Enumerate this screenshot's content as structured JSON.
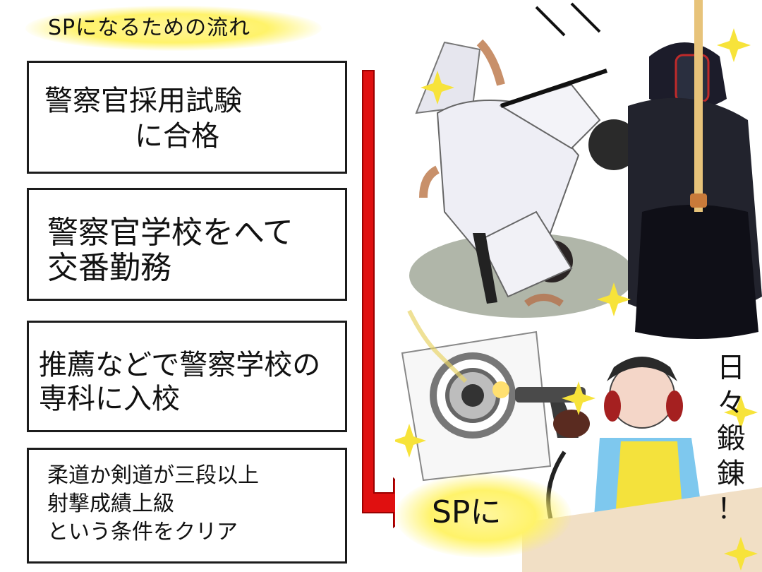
{
  "title": "SPになるための流れ",
  "steps": [
    {
      "lines": [
        "警察官採用試験",
        "に合格"
      ]
    },
    {
      "lines": [
        "警察官学校をへて",
        "交番勤務"
      ]
    },
    {
      "lines": [
        "推薦などで警察学校の",
        "専科に入校"
      ]
    },
    {
      "lines": [
        "柔道か剣道が三段以上",
        "射撃成績上級",
        "という条件をクリア"
      ]
    }
  ],
  "result": "SPに",
  "caption_vertical": [
    "日",
    "々",
    "鍛",
    "錬",
    "！"
  ],
  "colors": {
    "arrow": "#e01010",
    "glow": "#fff36a",
    "box_border": "#1c1c1c"
  },
  "icons": [
    "judo-throw-illustration",
    "kendo-fighter-illustration",
    "shooting-target-illustration",
    "shooter-illustration",
    "sparkle-icon"
  ]
}
